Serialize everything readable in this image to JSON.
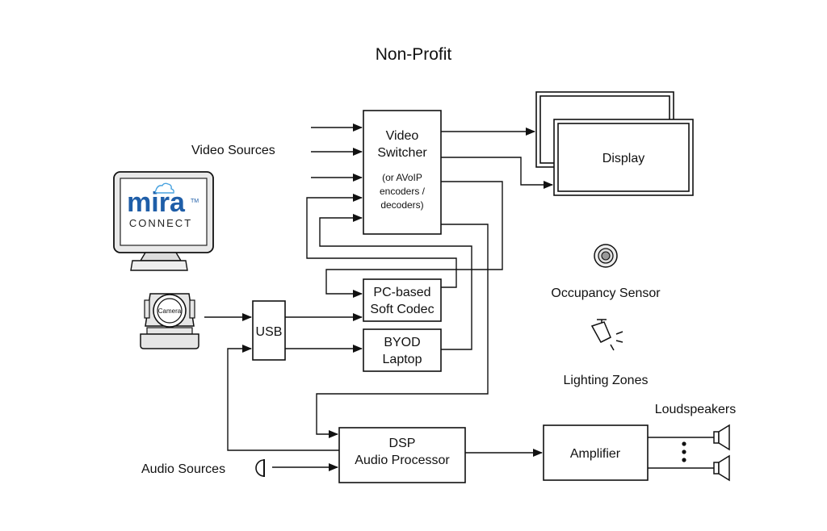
{
  "title": "Non-Profit",
  "labels": {
    "video_sources": "Video Sources",
    "audio_sources": "Audio Sources",
    "occupancy_sensor": "Occupancy Sensor",
    "lighting_zones": "Lighting Zones",
    "loudspeakers": "Loudspeakers"
  },
  "boxes": {
    "video_switcher": {
      "line1": "Video",
      "line2": "Switcher",
      "note1": "(or AVoIP",
      "note2": "encoders /",
      "note3": "decoders)"
    },
    "display": "Display",
    "pc_codec": {
      "line1": "PC-based",
      "line2": "Soft Codec"
    },
    "byod": {
      "line1": "BYOD",
      "line2": "Laptop"
    },
    "usb": "USB",
    "dsp": {
      "line1": "DSP",
      "line2": "Audio Processor"
    },
    "amplifier": "Amplifier"
  },
  "logo": {
    "brand": "mira",
    "tm": "TM",
    "sub": "CONNECT"
  },
  "camera_label": "Camera",
  "icons": [
    "mira-connect-monitor-icon",
    "camera-icon",
    "occupancy-sensor-icon",
    "light-fixture-icon",
    "microphone-icon",
    "speaker-icon"
  ]
}
